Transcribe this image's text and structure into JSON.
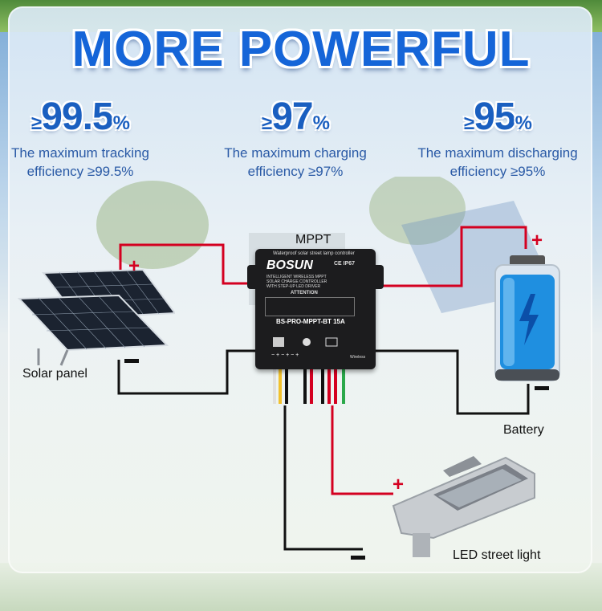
{
  "title": "MORE POWERFUL",
  "stats": [
    {
      "sign": "≥",
      "value": "99.5",
      "unit": "%",
      "desc_line1": "The maximum tracking",
      "desc_line2": "efficiency ≥99.5%"
    },
    {
      "sign": "≥",
      "value": "97",
      "unit": "%",
      "desc_line1": "The maximum charging",
      "desc_line2": "efficiency ≥97%"
    },
    {
      "sign": "≥",
      "value": "95",
      "unit": "%",
      "desc_line1": "The maximum discharging",
      "desc_line2": "efficiency ≥95%"
    }
  ],
  "labels": {
    "mppt": "MPPT",
    "solar_panel": "Solar panel",
    "battery": "Battery",
    "led": "LED street light",
    "plus": "+"
  },
  "controller": {
    "header": "Waterproof solar street lamp controller",
    "brand": "BOSUN",
    "cert": "CE IP67",
    "line1": "INTELLIGENT WIRELESS MPPT",
    "line2": "SOLAR CHARGE CONTROLLER",
    "line3": "WITH STEP-UP LED DRIVER",
    "attention": "ATTENTION",
    "model": "BS-PRO-MPPT-BT 15A",
    "wireless": "Wireless"
  },
  "colors": {
    "title": "#1565d8",
    "positive_wire": "#d40020",
    "negative_wire": "#111111"
  }
}
